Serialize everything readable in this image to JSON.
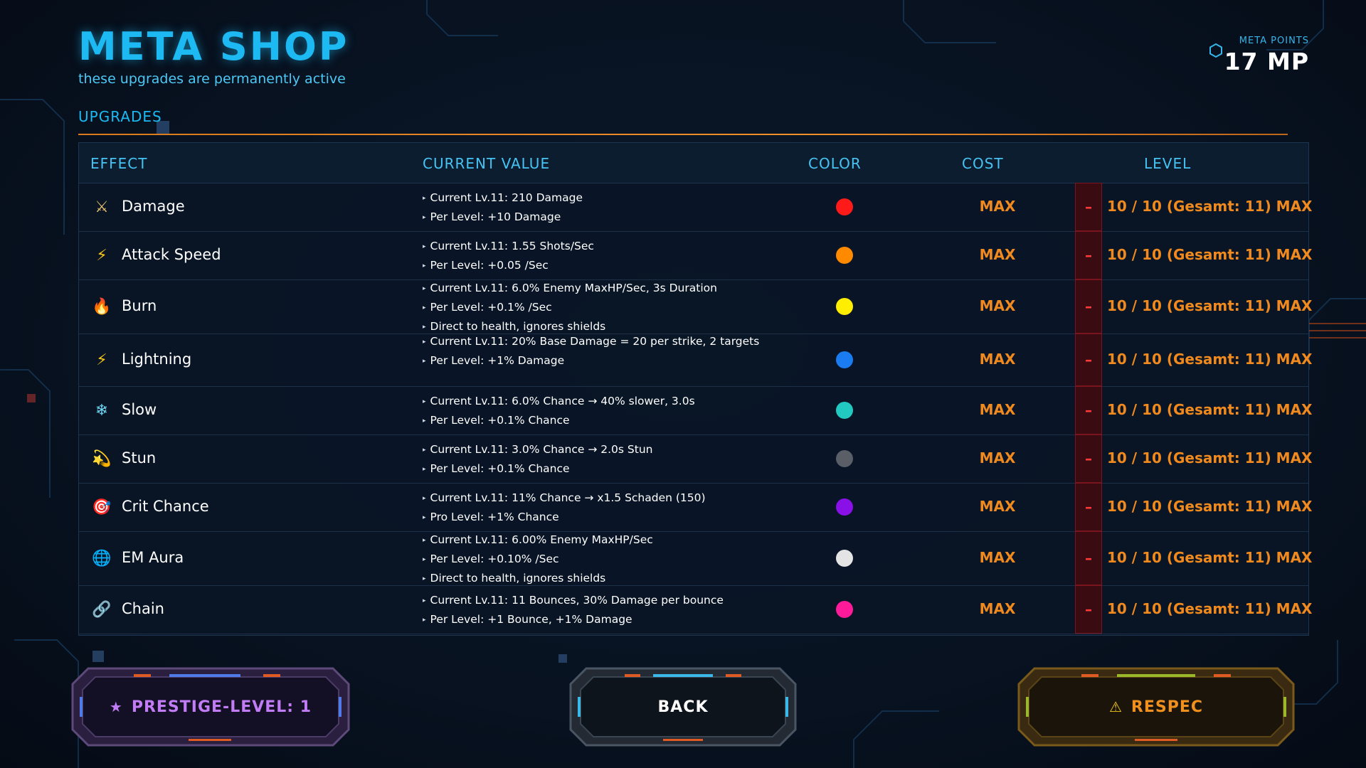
{
  "header": {
    "title": "META SHOP",
    "subtitle": "these upgrades are permanently active",
    "points_label": "META POINTS",
    "points_value": "17 MP",
    "section": "UPGRADES"
  },
  "columns": {
    "effect": "EFFECT",
    "current_value": "CURRENT VALUE",
    "color": "COLOR",
    "cost": "COST",
    "level": "LEVEL"
  },
  "upgrades": [
    {
      "name": "Damage",
      "icon": "sword-icon",
      "glyph": "⚔",
      "glyph_color": "#e8c070",
      "lines": [
        "Current Lv.11: 210 Damage",
        "Per Level: +10 Damage"
      ],
      "color": "#ff1a1a",
      "cost": "MAX",
      "minus": "–",
      "level": "10 / 10  (Gesamt: 11) MAX"
    },
    {
      "name": "Attack Speed",
      "icon": "lightning-bolt-icon",
      "glyph": "⚡",
      "glyph_color": "#f5c518",
      "lines": [
        "Current Lv.11: 1.55 Shots/Sec",
        "Per Level: +0.05 /Sec"
      ],
      "color": "#ff8a00",
      "cost": "MAX",
      "minus": "–",
      "level": "10 / 10  (Gesamt: 11) MAX"
    },
    {
      "name": "Burn",
      "icon": "fire-icon",
      "glyph": "🔥",
      "glyph_color": "#ff7a1a",
      "lines": [
        "Current Lv.11: 6.0% Enemy MaxHP/Sec, 3s Duration",
        "Per Level: +0.1% /Sec",
        "Direct to health, ignores shields"
      ],
      "color": "#ffee00",
      "cost": "MAX",
      "minus": "–",
      "level": "10 / 10  (Gesamt: 11) MAX"
    },
    {
      "name": "Lightning",
      "icon": "lightning-bolt-icon",
      "glyph": "⚡",
      "glyph_color": "#f5c518",
      "lines": [
        "Current Lv.11: 20% Base Damage = 20 per strike, 2 targets",
        "Per Level: +1% Damage"
      ],
      "color": "#1a7cf0",
      "cost": "MAX",
      "minus": "–",
      "level": "10 / 10  (Gesamt: 11) MAX"
    },
    {
      "name": "Slow",
      "icon": "snowflake-icon",
      "glyph": "❄",
      "glyph_color": "#6fd6f5",
      "lines": [
        "Current Lv.11: 6.0% Chance → 40% slower, 3.0s",
        "Per Level: +0.1% Chance"
      ],
      "color": "#22c9c0",
      "cost": "MAX",
      "minus": "–",
      "level": "10 / 10  (Gesamt: 11) MAX"
    },
    {
      "name": "Stun",
      "icon": "stun-swirl-icon",
      "glyph": "💫",
      "glyph_color": "#f5d040",
      "lines": [
        "Current Lv.11: 3.0% Chance → 2.0s Stun",
        "Per Level: +0.1% Chance"
      ],
      "color": "#5a5e66",
      "cost": "MAX",
      "minus": "–",
      "level": "10 / 10  (Gesamt: 11) MAX"
    },
    {
      "name": "Crit Chance",
      "icon": "target-icon",
      "glyph": "🎯",
      "glyph_color": "#ff3b3b",
      "lines": [
        "Current Lv.11: 11% Chance → x1.5 Schaden (150)",
        "Pro Level: +1% Chance"
      ],
      "color": "#8a10e8",
      "cost": "MAX",
      "minus": "–",
      "level": "10 / 10  (Gesamt: 11) MAX"
    },
    {
      "name": "EM Aura",
      "icon": "globe-icon",
      "glyph": "🌐",
      "glyph_color": "#4aa8e0",
      "lines": [
        "Current Lv.11: 6.00% Enemy MaxHP/Sec",
        "Per Level: +0.10% /Sec",
        "Direct to health, ignores shields"
      ],
      "color": "#e4e4e4",
      "cost": "MAX",
      "minus": "–",
      "level": "10 / 10  (Gesamt: 11) MAX"
    },
    {
      "name": "Chain",
      "icon": "chain-link-icon",
      "glyph": "🔗",
      "glyph_color": "#d0d6de",
      "lines": [
        "Current Lv.11: 11 Bounces, 30% Damage per bounce",
        "Per Level: +1 Bounce, +1% Damage"
      ],
      "color": "#ff1a9a",
      "cost": "MAX",
      "minus": "–",
      "level": "10 / 10  (Gesamt: 11) MAX"
    }
  ],
  "buttons": {
    "prestige": {
      "icon": "star-icon",
      "glyph": "★",
      "label": "PRESTIGE-LEVEL: 1",
      "color": "#c27cf5"
    },
    "back": {
      "label": "BACK",
      "color": "#ffffff"
    },
    "respec": {
      "icon": "warning-icon",
      "glyph": "⚠",
      "label": "RESPEC",
      "color": "#f0901e"
    }
  }
}
